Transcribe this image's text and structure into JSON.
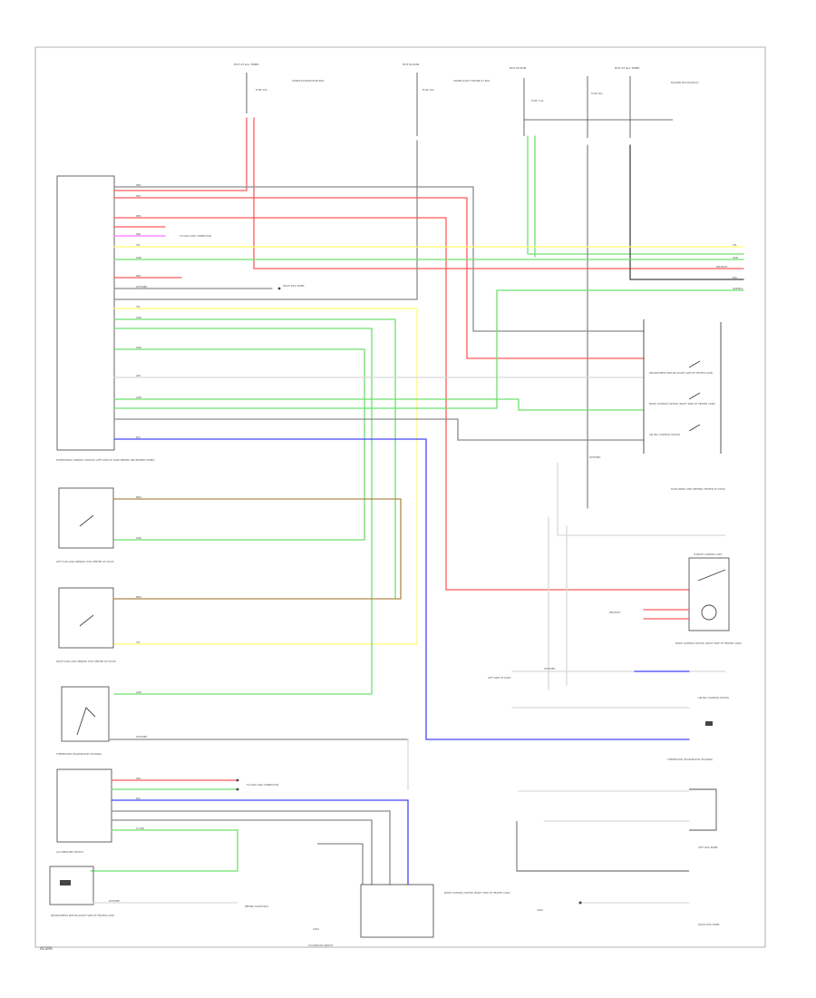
{
  "diagram": {
    "title": "",
    "colors": {
      "red": "#ff5a5a",
      "green": "#6ee06e",
      "yellow": "#ffff6a",
      "blue": "#4646ff",
      "brown": "#b0894a",
      "gray": "#8c8c8c",
      "pink": "#ff70ff",
      "dark": "#444444"
    },
    "components": {
      "powertrain_control_module": "POWERTRAIN CONTROL MODULE (LEFT SIDE OF DASH BEHIND INSTRUMENT PANEL)",
      "left_sun_load_sensor": "LEFT SUN LOAD SENSOR (TOP CENTER OF DASH)",
      "right_sun_load_sensor": "RIGHT SUN LOAD SENSOR (TOP CENTER OF DASH)",
      "thermistor": "THERMISTOR (EVAPORATOR HOUSING)",
      "pressure_switch": "A/C PRESSURE SWITCH",
      "recirc_fresh_motor": "RECIRC/FRESH MOTOR (RIGHT SIDE OF HEATER CASE)",
      "dash_panel_unit": "DASH PANEL UNIT (BEHIND CENTER OF DASH)",
      "mode_control_motor": "MODE CONTROL MOTOR (RIGHT SIDE OF HEATER CASE)",
      "climate_control_unit": "CLIMATE CONTROL UNIT",
      "power_distribution_box": "POWER DISTRIBUTION BOX",
      "relay_block": "UNDER-DASH FUSE/RELAY BOX",
      "blower_motor_relay": "BLOWER MOTOR RELAY",
      "air_mix_motor": "AIR MIX CONTROL MOTOR",
      "left_kick_panel": "LEFT KICK PANEL",
      "right_kick_panel": "RIGHT KICK PANEL"
    },
    "top_labels": {
      "hot_at_all_times_1": "HOT AT ALL TIMES",
      "hot_in_run_1": "HOT IN RUN",
      "hot_in_run_2": "HOT IN RUN",
      "hot_at_all_times_2": "HOT AT ALL TIMES",
      "fuse_1": "FUSE 15A",
      "fuse_2": "FUSE 10A",
      "fuse_3": "FUSE 7.5A",
      "fuse_4": "FUSE 20A"
    },
    "wire_labels": {
      "red": "RED",
      "grn": "GRN",
      "yel": "YEL",
      "blu": "BLU",
      "brn": "BRN",
      "gry": "GRY",
      "pnk": "PNK",
      "lt_grn": "LT GRN",
      "wht_red": "WHT/RED",
      "blk": "BLK",
      "red_wht": "RED/WHT",
      "grn_blk": "GRN/BLK"
    },
    "notes": {
      "to_data_link": "TO DATA LINK CONNECTOR",
      "right_kick": "RIGHT KICK PANEL",
      "to_ignition": "TO IGNITION SWITCH",
      "ground": "G401",
      "ground_2": "G402",
      "left_side_dash": "LEFT SIDE OF DASH",
      "behind_glove": "BEHIND GLOVE BOX"
    },
    "footer": "ACURA"
  }
}
